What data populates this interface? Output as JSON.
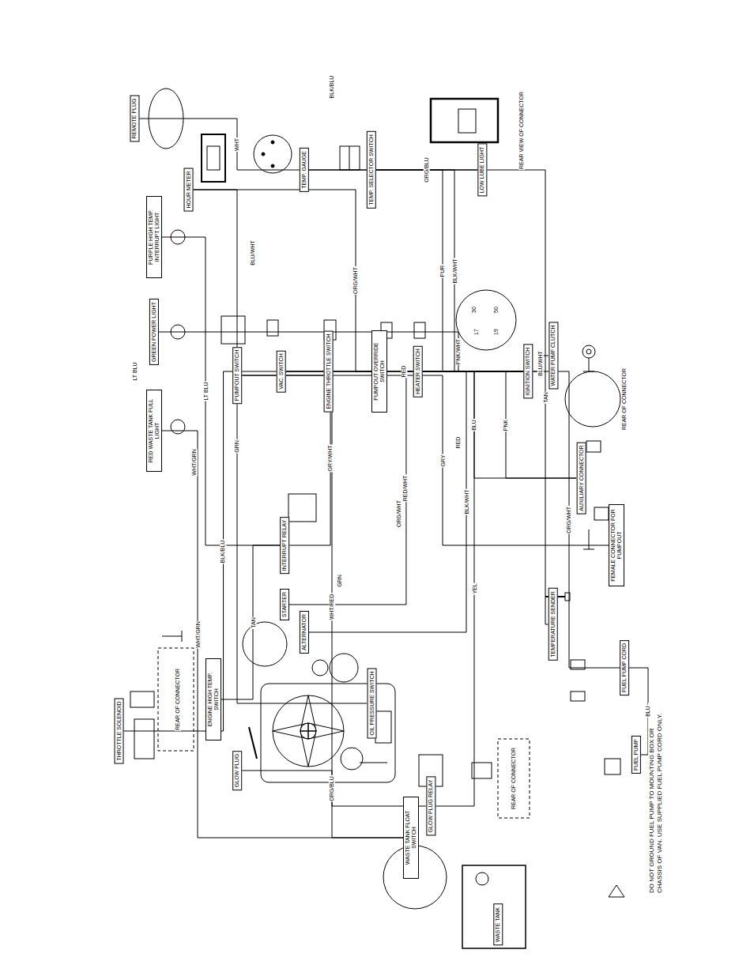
{
  "diagram": {
    "nodes": [
      {
        "text": [
          "TEMP. GAUGE"
        ]
      },
      {
        "text": [
          "HOUR METER"
        ]
      },
      {
        "text": [
          "REMOTE PLUG"
        ]
      },
      {
        "text": [
          "TEMP. SELECTOR SWITCH"
        ]
      },
      {
        "text": [
          "LOW LUBE LIGHT"
        ]
      },
      {
        "text": [
          "PURPLE HIGH TEMP. INTERRUPT LIGHT"
        ]
      },
      {
        "text": [
          "GREEN POWER LIGHT"
        ]
      },
      {
        "text": [
          "RED WASTE TANK FULL LIGHT"
        ]
      },
      {
        "text": [
          "PUMPOUT SWITCH"
        ]
      },
      {
        "text": [
          "VAC. SWITCH"
        ]
      },
      {
        "text": [
          "ENGINE THROTTLE SWITCH"
        ]
      },
      {
        "text": [
          "PUMPOUT OVERRIDE SWITCH"
        ]
      },
      {
        "text": [
          "HEATER SWITCH"
        ]
      },
      {
        "text": [
          "IGNITION SWITCH"
        ]
      },
      {
        "text": [
          "WATER PUMP CLUTCH"
        ]
      },
      {
        "text": [
          "AUXILIARY CONNECTOR"
        ]
      },
      {
        "text": [
          "FEMALE CONNECTOR FOR PUMPOUT"
        ]
      },
      {
        "text": [
          "INTERRUPT RELAY"
        ]
      },
      {
        "text": [
          "TEMPERATURE SENDER"
        ]
      },
      {
        "text": [
          "FUEL PUMP CORD"
        ]
      },
      {
        "text": [
          "FUEL PUMP"
        ]
      },
      {
        "text": [
          "STARTER"
        ]
      },
      {
        "text": [
          "ALTERNATOR"
        ]
      },
      {
        "text": [
          "OIL PRESSURE SWITCH"
        ]
      },
      {
        "text": [
          "ENGINE HIGH TEMP. SWITCH"
        ]
      },
      {
        "text": [
          "GLOW PLUG"
        ]
      },
      {
        "text": [
          "GLOW PLUG RELAY"
        ]
      },
      {
        "text": [
          "WASTE TANK FLOAT SWITCH"
        ]
      },
      {
        "text": [
          "THROTTLE SOLENOID"
        ]
      },
      {
        "text": [
          "WASTE TANK"
        ]
      }
    ],
    "edges": [
      {
        "from": 13,
        "to": 0,
        "label": "PUR",
        "arrow": "none"
      },
      {
        "from": 13,
        "to": 1,
        "label": "ORG/WHT",
        "arrow": "none"
      },
      {
        "from": 13,
        "to": 3,
        "label": "BLK/WHT",
        "arrow": "none"
      },
      {
        "from": 3,
        "to": 4,
        "label": "ORG/BLU",
        "arrow": "none"
      },
      {
        "from": 0,
        "to": 2,
        "label": "WHT",
        "arrow": "none"
      },
      {
        "from": 5,
        "to": 17,
        "label": "LT BLU",
        "arrow": "none"
      },
      {
        "from": 6,
        "to": 13,
        "label": "PNK/WHT",
        "arrow": "none"
      },
      {
        "from": 7,
        "to": 27,
        "label": "WHT/GRN",
        "arrow": "none"
      },
      {
        "from": 8,
        "to": 16,
        "label": "GRY",
        "arrow": "none"
      },
      {
        "from": 9,
        "to": 13,
        "label": "RED",
        "arrow": "none"
      },
      {
        "from": 10,
        "to": 28,
        "label": "BLK/BLU",
        "arrow": "none"
      },
      {
        "from": 11,
        "to": 17,
        "label": "GRY/WHT",
        "arrow": "none"
      },
      {
        "from": 12,
        "to": 15,
        "label": "PNK",
        "arrow": "none"
      },
      {
        "from": 13,
        "to": 14,
        "label": "BLU/WHT",
        "arrow": "none"
      },
      {
        "from": 13,
        "to": 21,
        "label": "RED/WHT",
        "arrow": "none"
      },
      {
        "from": 17,
        "to": 24,
        "label": "TAN",
        "arrow": "none"
      },
      {
        "from": 18,
        "to": 0,
        "label": "TAN",
        "arrow": "none"
      },
      {
        "from": 19,
        "to": 20,
        "label": "BLU",
        "arrow": "none"
      },
      {
        "from": 19,
        "to": 13,
        "label": "ORG/WHT",
        "arrow": "none"
      },
      {
        "from": 22,
        "to": 13,
        "label": "BLK/WHT",
        "arrow": "none"
      },
      {
        "from": 23,
        "to": 1,
        "label": "GRN",
        "arrow": "none"
      },
      {
        "from": 25,
        "to": 26,
        "label": "ORG/BLU",
        "arrow": "none"
      },
      {
        "from": 26,
        "to": 13,
        "label": "YEL",
        "arrow": "none"
      },
      {
        "from": 27,
        "to": 8,
        "label": "WHT/RED",
        "arrow": "none"
      },
      {
        "from": 15,
        "to": 9,
        "label": "BLU",
        "arrow": "none"
      }
    ],
    "labels": [
      "DO NOT GROUND FUEL PUMP TO MOUNTING BOX OR CHASSIS OF VAN. USE SUPPLIED FUEL PUMP CORD ONLY.",
      "REAR OF CONNECTOR",
      "REAR OF CONNECTOR",
      "REAR OF CONNECTOR",
      "REAR VIEW OF CONNECTOR",
      "30",
      "50",
      "17",
      "19",
      "LT BLU",
      "WHT/GRN",
      "BLU/WHT",
      "ORG/WHT",
      "BLK/BLU",
      "RED",
      "GRN"
    ]
  }
}
